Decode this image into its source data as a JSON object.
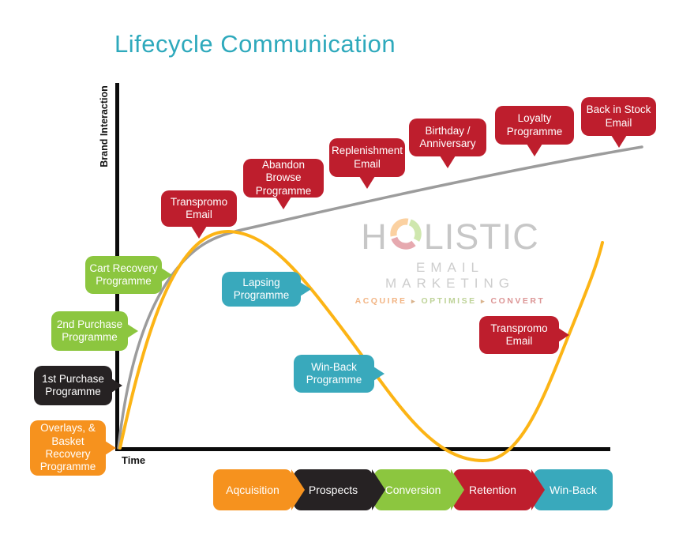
{
  "title": "Lifecycle Communication",
  "axes": {
    "y_label": "Brand Interaction",
    "x_label": "Time"
  },
  "watermark": {
    "word_start": "H",
    "word_end": "LISTIC",
    "line2": "EMAIL MARKETING",
    "tagline": {
      "acquire": "ACQUIRE",
      "optimise": "OPTIMISE",
      "convert": "CONVERT",
      "separator": "▸"
    },
    "cycle_icon": "holistic-cycle-logo"
  },
  "callouts": [
    {
      "id": "overlays-basket-recovery",
      "label": "Overlays, &\nBasket Recovery\nProgramme",
      "color": "#F6921E",
      "tail": "right"
    },
    {
      "id": "first-purchase",
      "label": "1st Purchase\nProgramme",
      "color": "#262223",
      "tail": "right"
    },
    {
      "id": "second-purchase",
      "label": "2nd Purchase\nProgramme",
      "color": "#8CC63F",
      "tail": "right"
    },
    {
      "id": "cart-recovery",
      "label": "Cart Recovery\nProgramme",
      "color": "#8CC63F",
      "tail": "right"
    },
    {
      "id": "transpromo-email-left",
      "label": "Transpromo\nEmail",
      "color": "#BE1E2D",
      "tail": "bottom"
    },
    {
      "id": "abandon-browse",
      "label": "Abandon Browse\nProgramme",
      "color": "#BE1E2D",
      "tail": "bottom"
    },
    {
      "id": "replenishment-email",
      "label": "Replenishment\nEmail",
      "color": "#BE1E2D",
      "tail": "bottom"
    },
    {
      "id": "birthday-anniversary",
      "label": "Birthday /\nAnniversary",
      "color": "#BE1E2D",
      "tail": "bottom"
    },
    {
      "id": "loyalty-programme",
      "label": "Loyalty\nProgramme",
      "color": "#BE1E2D",
      "tail": "bottom"
    },
    {
      "id": "back-in-stock",
      "label": "Back in Stock\nEmail",
      "color": "#BE1E2D",
      "tail": "bottom"
    },
    {
      "id": "lapsing-programme",
      "label": "Lapsing\nProgramme",
      "color": "#39A9BC",
      "tail": "right"
    },
    {
      "id": "win-back-programme",
      "label": "Win-Back\nProgramme",
      "color": "#39A9BC",
      "tail": "right"
    },
    {
      "id": "transpromo-email-right",
      "label": "Transpromo\nEmail",
      "color": "#BE1E2D",
      "tail": "right"
    }
  ],
  "legend": [
    {
      "label": "Aqcuisition",
      "color": "#F6921E"
    },
    {
      "label": "Prospects",
      "color": "#262223"
    },
    {
      "label": "Conversion",
      "color": "#8CC63F"
    },
    {
      "label": "Retention",
      "color": "#BE1E2D"
    },
    {
      "label": "Win-Back",
      "color": "#39A9BC"
    }
  ],
  "curves": {
    "brand_interaction_curve_color": "#9C9C9C",
    "lifecycle_wave_color": "#FCB415"
  },
  "colors": {
    "title_teal": "#2EA9BC",
    "axis_black": "#0b0b0b"
  }
}
